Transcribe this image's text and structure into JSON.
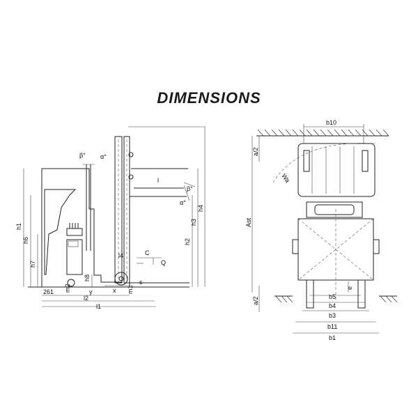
{
  "title": "DIMENSIONS",
  "side_view": {
    "labels": {
      "beta": "β°",
      "alpha": "α°",
      "beta2": "β°",
      "alpha2": "α°",
      "l": "l",
      "c": "C",
      "q": "Q",
      "l4": "l4",
      "h1": "h1",
      "h6": "h6",
      "h7": "h7",
      "h8": "h8",
      "h2": "h2",
      "h3": "h3",
      "h4": "h4",
      "m2": "m2",
      "m1": "m1",
      "s": "s",
      "x": "x",
      "y": "y",
      "d261": "261",
      "l2": "l2",
      "l1": "l1"
    }
  },
  "top_view": {
    "labels": {
      "b10": "b10",
      "a2_top": "a/2",
      "wa": "Wa",
      "ast": "Ast",
      "a2_bottom": "a/2",
      "e": "e",
      "b5": "b5",
      "b4": "b4",
      "b3": "b3",
      "b11": "b11",
      "b1": "b1"
    }
  }
}
